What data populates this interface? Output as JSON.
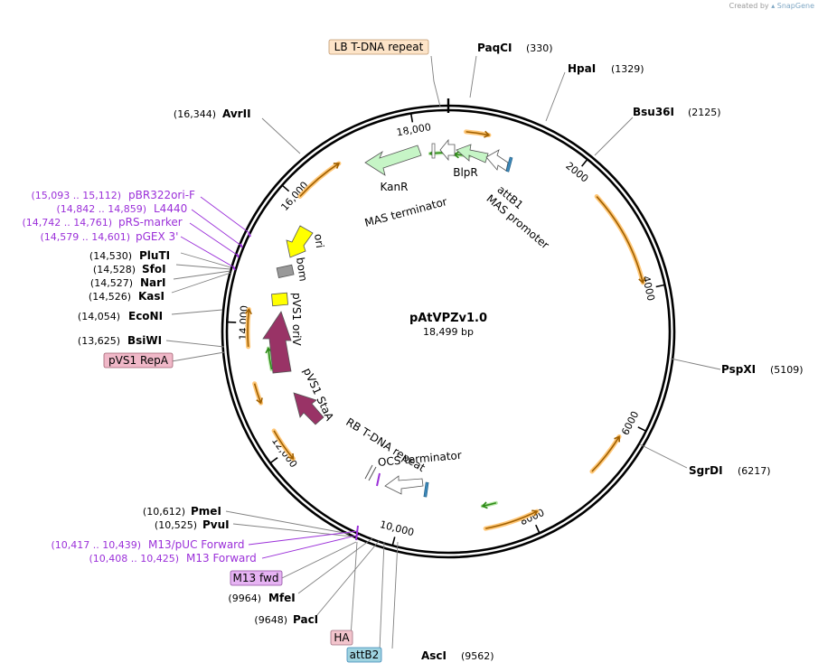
{
  "credit": {
    "prefix": "Created by",
    "brand": "SnapGene"
  },
  "plasmid": {
    "name": "pAtVPZv1.0",
    "size_label": "18,499 bp",
    "length": 18499
  },
  "ticks": [
    {
      "pos": 2000,
      "label": "2000"
    },
    {
      "pos": 4000,
      "label": "4000"
    },
    {
      "pos": 6000,
      "label": "6000"
    },
    {
      "pos": 8000,
      "label": "8000"
    },
    {
      "pos": 10000,
      "label": "10,000"
    },
    {
      "pos": 12000,
      "label": "12,000"
    },
    {
      "pos": 14000,
      "label": "14,000"
    },
    {
      "pos": 16000,
      "label": "16,000"
    },
    {
      "pos": 18000,
      "label": "18,000"
    }
  ],
  "sites": [
    {
      "name": "PaqCI",
      "pos": "(330)"
    },
    {
      "name": "HpaI",
      "pos": "(1329)"
    },
    {
      "name": "Bsu36I",
      "pos": "(2125)"
    },
    {
      "name": "PspXI",
      "pos": "(5109)"
    },
    {
      "name": "SgrDI",
      "pos": "(6217)"
    },
    {
      "name": "AscI",
      "pos": "(9562)"
    },
    {
      "name": "PacI",
      "pos": "(9648)"
    },
    {
      "name": "MfeI",
      "pos": "(9964)"
    },
    {
      "name": "PvuI",
      "pos": "(10,525)"
    },
    {
      "name": "PmeI",
      "pos": "(10,612)"
    },
    {
      "name": "BsiWI",
      "pos": "(13,625)"
    },
    {
      "name": "EcoNI",
      "pos": "(14,054)"
    },
    {
      "name": "KasI",
      "pos": "(14,526)"
    },
    {
      "name": "NarI",
      "pos": "(14,527)"
    },
    {
      "name": "SfoI",
      "pos": "(14,528)"
    },
    {
      "name": "PluTI",
      "pos": "(14,530)"
    },
    {
      "name": "AvrII",
      "pos": "(16,344)"
    }
  ],
  "primers": [
    {
      "name": "pBR322ori-F",
      "range": "(15,093 .. 15,112)"
    },
    {
      "name": "L4440",
      "range": "(14,842 .. 14,859)"
    },
    {
      "name": "pRS-marker",
      "range": "(14,742 .. 14,761)"
    },
    {
      "name": "pGEX 3'",
      "range": "(14,579 .. 14,601)"
    },
    {
      "name": "M13/pUC Forward",
      "range": "(10,417 .. 10,439)"
    },
    {
      "name": "M13 Forward",
      "range": "(10,408 .. 10,425)"
    }
  ],
  "boxes": {
    "lb": "LB T-DNA repeat",
    "repa": "pVS1 RepA",
    "m13": "M13 fwd",
    "ha": "HA",
    "attb2": "attB2"
  },
  "features": {
    "kanr": "KanR",
    "mas_term": "MAS terminator",
    "blpr": "BlpR",
    "attb1": "attB1",
    "mas_prom": "MAS promoter",
    "ori": "ori",
    "bom": "bom",
    "pvs1_oriv": "pVS1 oriV",
    "pvs1_stea": "pVS1 StaA",
    "rb": "RB T-DNA repeat",
    "ocs": "OCS terminator"
  },
  "colors": {
    "backbone": "#000000",
    "orf_fill": "#ffc777",
    "orf_stroke": "#a06000",
    "green_arrow": "#3a9a20",
    "marker_fill": "#c6f5c6",
    "white_arrow": "#ffffff",
    "ori_fill": "#ffff00",
    "bom_fill": "#999999",
    "rep_fill": "#993366",
    "primer": "#9b30d9",
    "lb_box": "#fde4c8",
    "repa_box": "#f0b8c8",
    "m13_box": "#e6b3f3",
    "ha_box": "#f2c4cc",
    "attb_box": "#9fd3e0",
    "attb_stripe": "#3b87b7"
  }
}
